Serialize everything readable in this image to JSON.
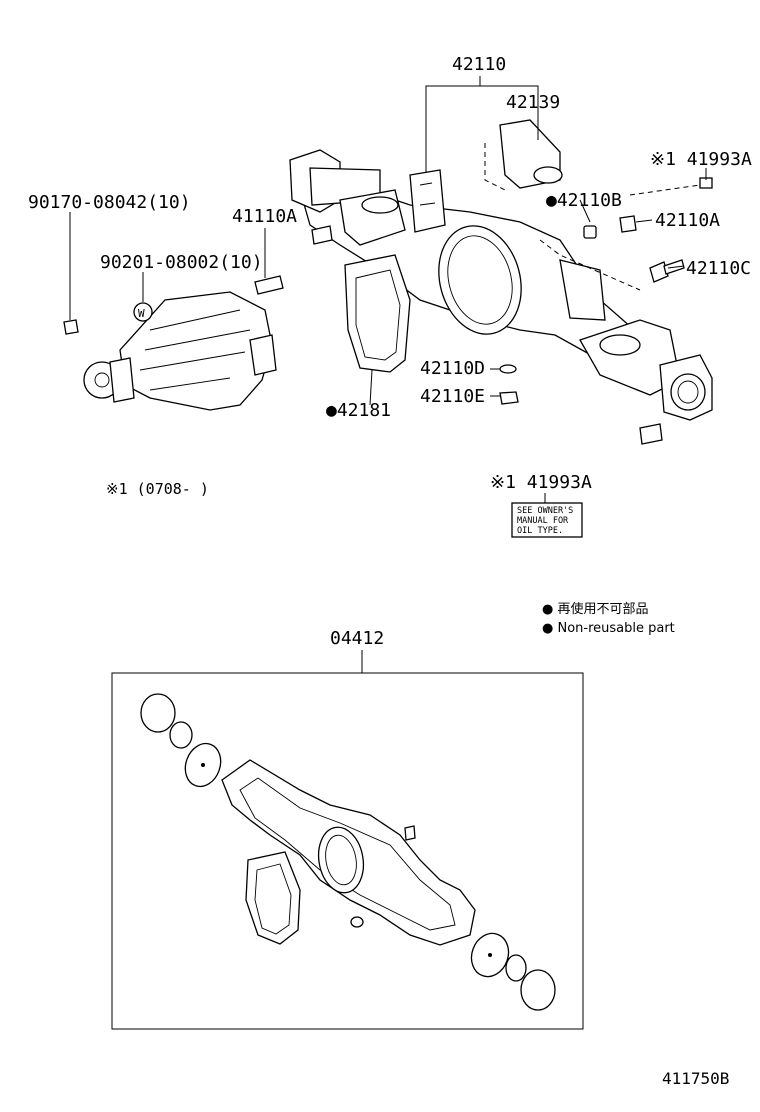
{
  "labels": {
    "p42110": "42110",
    "p42139": "42139",
    "p41993A_top": "※1 41993A",
    "p90170": "90170-08042(10)",
    "p41110A": "41110A",
    "p42110B": "●42110B",
    "p42110A": "42110A",
    "p42110C": "42110C",
    "p90201": "90201-08002(10)",
    "p42110D": "42110D",
    "p42110E": "42110E",
    "p42181": "●42181",
    "note1": "※1 (0708- )",
    "p41993A_bottom": "※1 41993A",
    "p04412": "04412",
    "drawing_id": "411750B"
  },
  "marker_w": "W",
  "oil_label": [
    "SEE OWNER'S",
    "MANUAL FOR",
    "OIL TYPE."
  ],
  "legend": {
    "jp": "● 再使用不可部品",
    "en": "● Non-reusable part"
  }
}
